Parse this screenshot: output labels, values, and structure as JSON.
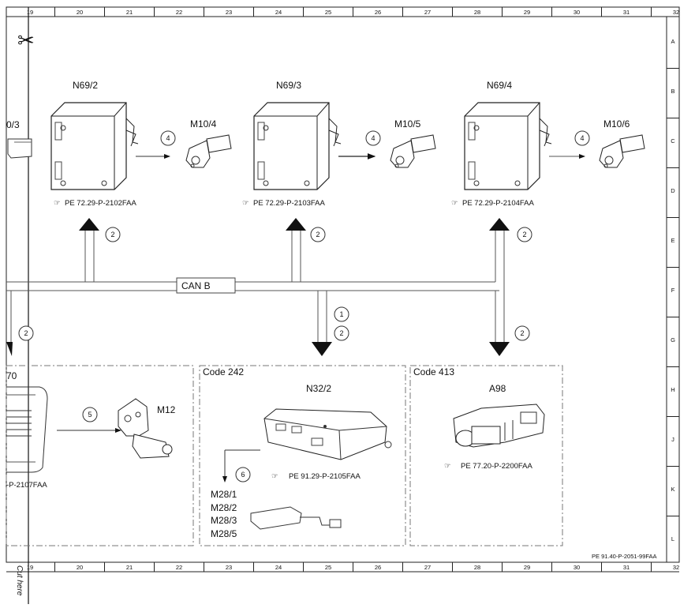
{
  "frame": {
    "column_labels": [
      "19",
      "20",
      "21",
      "22",
      "23",
      "24",
      "25",
      "26",
      "27",
      "28",
      "29",
      "30",
      "31",
      "32"
    ],
    "row_labels": [
      "A",
      "B",
      "C",
      "D",
      "E",
      "F",
      "G",
      "H",
      "J",
      "K",
      "L"
    ],
    "footer_ref": "PE 91.40-P-2051-99FAA",
    "cut_label": "Cut here",
    "scissors_glyph": "✂"
  },
  "modules": [
    {
      "id": "N69/2",
      "ref": "PE 72.29-P-2102FAA",
      "motor": "M10/4",
      "callout": "4"
    },
    {
      "id": "N69/3",
      "ref": "PE 72.29-P-2103FAA",
      "motor": "M10/5",
      "callout": "4"
    },
    {
      "id": "N69/4",
      "ref": "PE 72.29-P-2104FAA",
      "motor": "M10/6",
      "callout": "4"
    }
  ],
  "partial_left": {
    "module_label": "0/3",
    "lower_label": "70",
    "lower_ref": "-P-2107FAA"
  },
  "bus": {
    "label": "CAN B"
  },
  "callouts": {
    "bus_n69_2": "2",
    "bus_n69_3": "2",
    "bus_n69_4": "2",
    "left_down": "2",
    "n32_top": "1",
    "n32_bottom": "2",
    "a98_down": "2",
    "m12_link": "5",
    "m28_link": "6"
  },
  "panels": {
    "code242": {
      "title": "Code 242",
      "module": "N32/2",
      "ref": "PE 91.29-P-2105FAA",
      "outputs": [
        "M28/1",
        "M28/2",
        "M28/3",
        "M28/5"
      ]
    },
    "code413": {
      "title": "Code 413",
      "module": "A98",
      "ref": "PE 77.20-P-2200FAA"
    },
    "m12": {
      "label": "M12"
    }
  }
}
